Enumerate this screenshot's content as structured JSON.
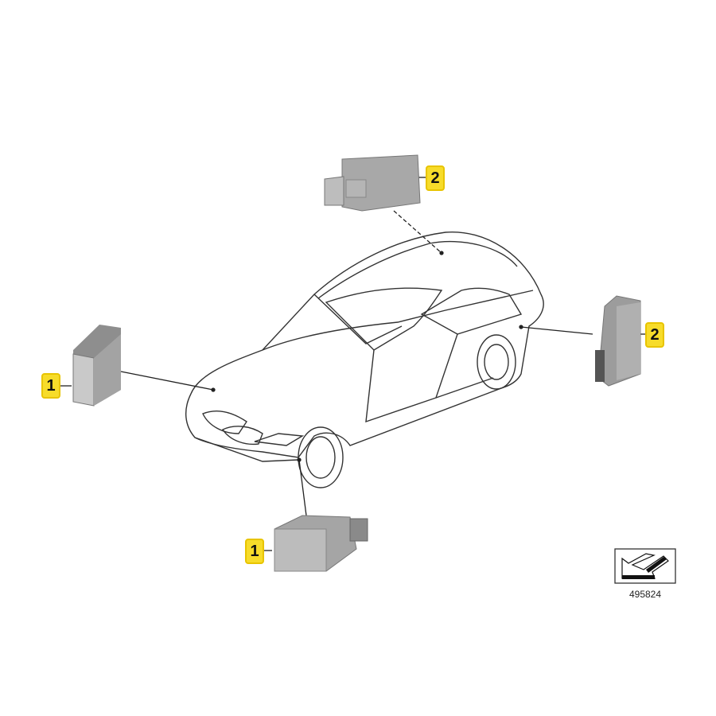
{
  "callouts": [
    {
      "id": "left",
      "label": "1"
    },
    {
      "id": "bottom",
      "label": "1"
    },
    {
      "id": "top",
      "label": "2"
    },
    {
      "id": "right",
      "label": "2"
    }
  ],
  "reference_number": "495824",
  "colors": {
    "callout_fill": "#f7dc2a",
    "callout_border": "#e8c400",
    "module_gray": "#9a9a9a"
  }
}
